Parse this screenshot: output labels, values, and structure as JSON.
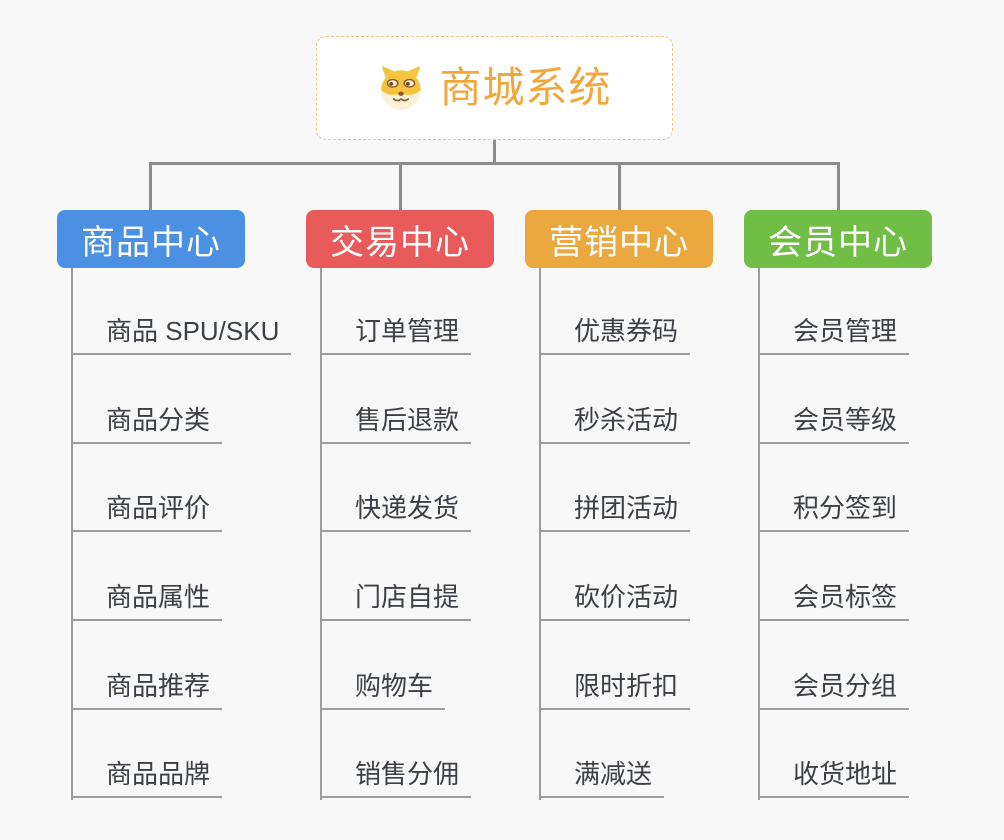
{
  "root": {
    "title": "商城系统",
    "icon": "doge-icon",
    "title_color": "#F0A73C",
    "border_color": "#F3C482"
  },
  "canvas": {
    "background": "#F8F8F8",
    "connector_color": "#8C8C8C",
    "underline_color": "#9C9C9C",
    "item_text_color": "#3C4045"
  },
  "branches": [
    {
      "label": "商品中心",
      "color": "#4B90E2",
      "items": [
        "商品 SPU/SKU",
        "商品分类",
        "商品评价",
        "商品属性",
        "商品推荐",
        "商品品牌"
      ]
    },
    {
      "label": "交易中心",
      "color": "#E95B5B",
      "items": [
        "订单管理",
        "售后退款",
        "快递发货",
        "门店自提",
        "购物车",
        "销售分佣"
      ]
    },
    {
      "label": "营销中心",
      "color": "#EBA83F",
      "items": [
        "优惠券码",
        "秒杀活动",
        "拼团活动",
        "砍价活动",
        "限时折扣",
        "满减送"
      ]
    },
    {
      "label": "会员中心",
      "color": "#70BE46",
      "items": [
        "会员管理",
        "会员等级",
        "积分签到",
        "会员标签",
        "会员分组",
        "收货地址"
      ]
    }
  ]
}
